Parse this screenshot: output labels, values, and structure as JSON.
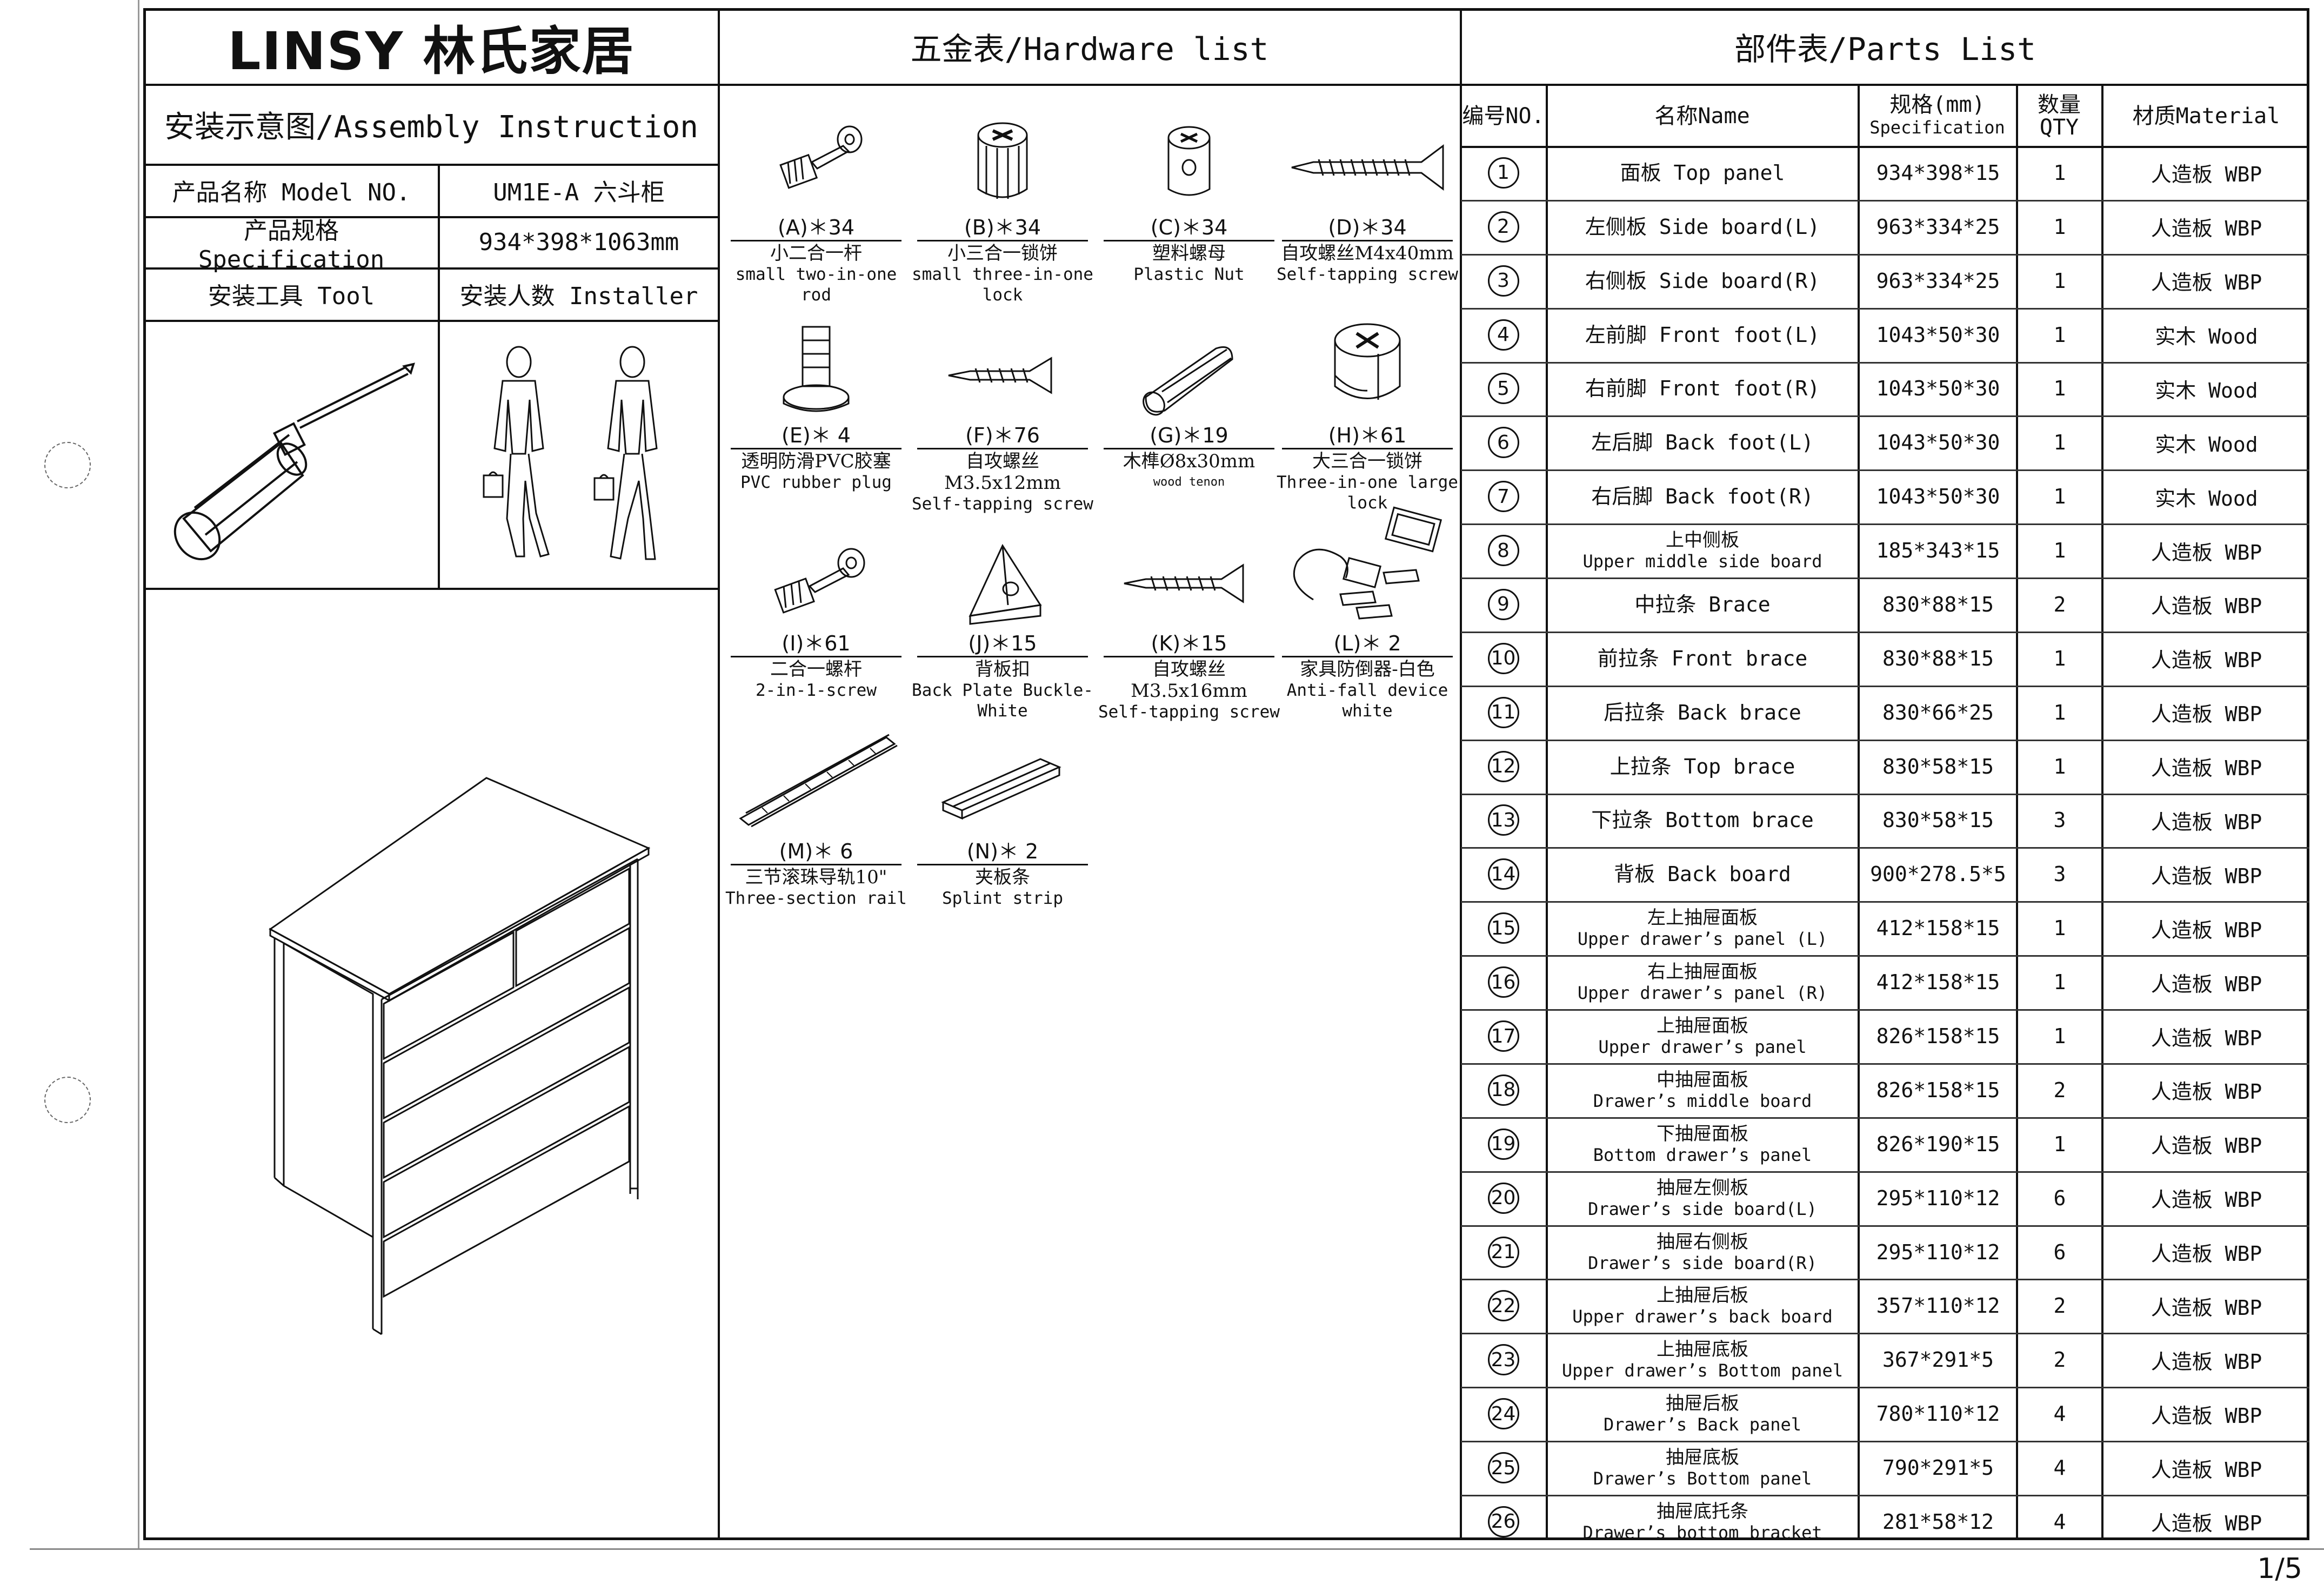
{
  "page_number": "1/5",
  "brand": {
    "logo": "LINSY 林氏家居"
  },
  "header": {
    "hardware_title": "五金表/Hardware list",
    "parts_title": "部件表/Parts List"
  },
  "assembly": {
    "title": "安装示意图/Assembly Instruction"
  },
  "info": {
    "model_label": "产品名称 Model NO.",
    "model_value": "UM1E-A 六斗柜",
    "spec_label": "产品规格 Specification",
    "spec_value": "934*398*1063mm",
    "tool_label": "安装工具 Tool",
    "installer_label": "安装人数 Installer"
  },
  "hardware": [
    {
      "qty": "(A)＊34",
      "cn": "小二合一杆",
      "en": "small two-in-one rod",
      "icon": "two-in-one-rod-icon"
    },
    {
      "qty": "(B)＊34",
      "cn": "小三合一锁饼",
      "en": "small three-in-one lock",
      "icon": "cam-lock-icon"
    },
    {
      "qty": "(C)＊34",
      "cn": "塑料螺母",
      "en": "Plastic Nut",
      "icon": "plastic-nut-icon"
    },
    {
      "qty": "(D)＊34",
      "cn": "自攻螺丝M4x40mm",
      "en": "Self-tapping screw",
      "icon": "long-screw-icon"
    },
    {
      "qty": "(E)＊ 4",
      "cn": "透明防滑PVC胶塞",
      "en": "PVC rubber plug",
      "icon": "rubber-plug-icon"
    },
    {
      "qty": "(F)＊76",
      "cn": "自攻螺丝M3.5x12mm",
      "en": "Self-tapping screw",
      "icon": "short-screw-icon"
    },
    {
      "qty": "(G)＊19",
      "cn": "木榫Ø8x30mm",
      "en": "wood tenon",
      "icon": "wood-dowel-icon"
    },
    {
      "qty": "(H)＊61",
      "cn": "大三合一锁饼",
      "en": "Three-in-one large lock",
      "icon": "large-cam-lock-icon"
    },
    {
      "qty": "(I)＊61",
      "cn": "二合一螺杆",
      "en": "2-in-1-screw",
      "icon": "two-in-one-screw-icon"
    },
    {
      "qty": "(J)＊15",
      "cn": "背板扣",
      "en": "Back Plate Buckle-White",
      "icon": "back-plate-buckle-icon"
    },
    {
      "qty": "(K)＊15",
      "cn": "自攻螺丝M3.5x16mm",
      "en": "Self-tapping screw",
      "icon": "medium-screw-icon"
    },
    {
      "qty": "(L)＊ 2",
      "cn": "家具防倒器-白色",
      "en": "Anti-fall device white",
      "icon": "anti-fall-device-icon"
    },
    {
      "qty": "(M)＊ 6",
      "cn": "三节滚珠导轨10\"",
      "en": "Three-section  rail",
      "icon": "drawer-rail-icon"
    },
    {
      "qty": "(N)＊ 2",
      "cn": "夹板条",
      "en": "Splint strip",
      "icon": "splint-strip-icon"
    }
  ],
  "parts_header": {
    "no": "编号NO.",
    "name": "名称Name",
    "spec_cn": "规格(mm)",
    "spec_en": "Specification",
    "qty": "数量QTY",
    "material": "材质Material"
  },
  "parts": [
    {
      "no": "1",
      "name": "面板 Top panel",
      "spec": "934*398*15",
      "qty": "1",
      "material": "人造板 WBP"
    },
    {
      "no": "2",
      "name": "左侧板 Side board(L)",
      "spec": "963*334*25",
      "qty": "1",
      "material": "人造板 WBP"
    },
    {
      "no": "3",
      "name": "右侧板 Side board(R)",
      "spec": "963*334*25",
      "qty": "1",
      "material": "人造板 WBP"
    },
    {
      "no": "4",
      "name": "左前脚 Front foot(L)",
      "spec": "1043*50*30",
      "qty": "1",
      "material": "实木 Wood"
    },
    {
      "no": "5",
      "name": "右前脚 Front foot(R)",
      "spec": "1043*50*30",
      "qty": "1",
      "material": "实木 Wood"
    },
    {
      "no": "6",
      "name": "左后脚 Back foot(L)",
      "spec": "1043*50*30",
      "qty": "1",
      "material": "实木 Wood"
    },
    {
      "no": "7",
      "name": "右后脚 Back foot(R)",
      "spec": "1043*50*30",
      "qty": "1",
      "material": "实木 Wood"
    },
    {
      "no": "8",
      "name_cn": "上中侧板",
      "name_en": "Upper middle side board",
      "spec": "185*343*15",
      "qty": "1",
      "material": "人造板 WBP"
    },
    {
      "no": "9",
      "name": "中拉条 Brace",
      "spec": "830*88*15",
      "qty": "2",
      "material": "人造板 WBP"
    },
    {
      "no": "10",
      "name": "前拉条 Front brace",
      "spec": "830*88*15",
      "qty": "1",
      "material": "人造板 WBP"
    },
    {
      "no": "11",
      "name": "后拉条 Back brace",
      "spec": "830*66*25",
      "qty": "1",
      "material": "人造板 WBP"
    },
    {
      "no": "12",
      "name": "上拉条 Top brace",
      "spec": "830*58*15",
      "qty": "1",
      "material": "人造板 WBP"
    },
    {
      "no": "13",
      "name": "下拉条 Bottom brace",
      "spec": "830*58*15",
      "qty": "3",
      "material": "人造板 WBP"
    },
    {
      "no": "14",
      "name": "背板 Back board",
      "spec": "900*278.5*5",
      "qty": "3",
      "material": "人造板 WBP"
    },
    {
      "no": "15",
      "name_cn": "左上抽屉面板",
      "name_en": "Upper drawer’s panel (L)",
      "spec": "412*158*15",
      "qty": "1",
      "material": "人造板 WBP"
    },
    {
      "no": "16",
      "name_cn": "右上抽屉面板",
      "name_en": "Upper drawer’s panel (R)",
      "spec": "412*158*15",
      "qty": "1",
      "material": "人造板 WBP"
    },
    {
      "no": "17",
      "name_cn": "上抽屉面板",
      "name_en": "Upper drawer’s panel",
      "spec": "826*158*15",
      "qty": "1",
      "material": "人造板 WBP"
    },
    {
      "no": "18",
      "name_cn": "中抽屉面板",
      "name_en": "Drawer’s middle board",
      "spec": "826*158*15",
      "qty": "2",
      "material": "人造板 WBP"
    },
    {
      "no": "19",
      "name_cn": "下抽屉面板",
      "name_en": "Bottom drawer’s panel",
      "spec": "826*190*15",
      "qty": "1",
      "material": "人造板 WBP"
    },
    {
      "no": "20",
      "name_cn": "抽屉左侧板",
      "name_en": "Drawer’s side board(L)",
      "spec": "295*110*12",
      "qty": "6",
      "material": "人造板 WBP"
    },
    {
      "no": "21",
      "name_cn": "抽屉右侧板",
      "name_en": "Drawer’s side board(R)",
      "spec": "295*110*12",
      "qty": "6",
      "material": "人造板 WBP"
    },
    {
      "no": "22",
      "name_cn": "上抽屉后板",
      "name_en": "Upper drawer’s back board",
      "spec": "357*110*12",
      "qty": "2",
      "material": "人造板 WBP"
    },
    {
      "no": "23",
      "name_cn": "上抽屉底板",
      "name_en": "Upper drawer’s Bottom panel",
      "spec": "367*291*5",
      "qty": "2",
      "material": "人造板 WBP"
    },
    {
      "no": "24",
      "name_cn": "抽屉后板",
      "name_en": "Drawer’s Back panel",
      "spec": "780*110*12",
      "qty": "4",
      "material": "人造板 WBP"
    },
    {
      "no": "25",
      "name_cn": "抽屉底板",
      "name_en": "Drawer’s Bottom panel",
      "spec": "790*291*5",
      "qty": "4",
      "material": "人造板 WBP"
    },
    {
      "no": "26",
      "name_cn": "抽屉底托条",
      "name_en": "Drawer’s bottom bracket",
      "spec": "281*58*12",
      "qty": "4",
      "material": "人造板 WBP"
    }
  ]
}
